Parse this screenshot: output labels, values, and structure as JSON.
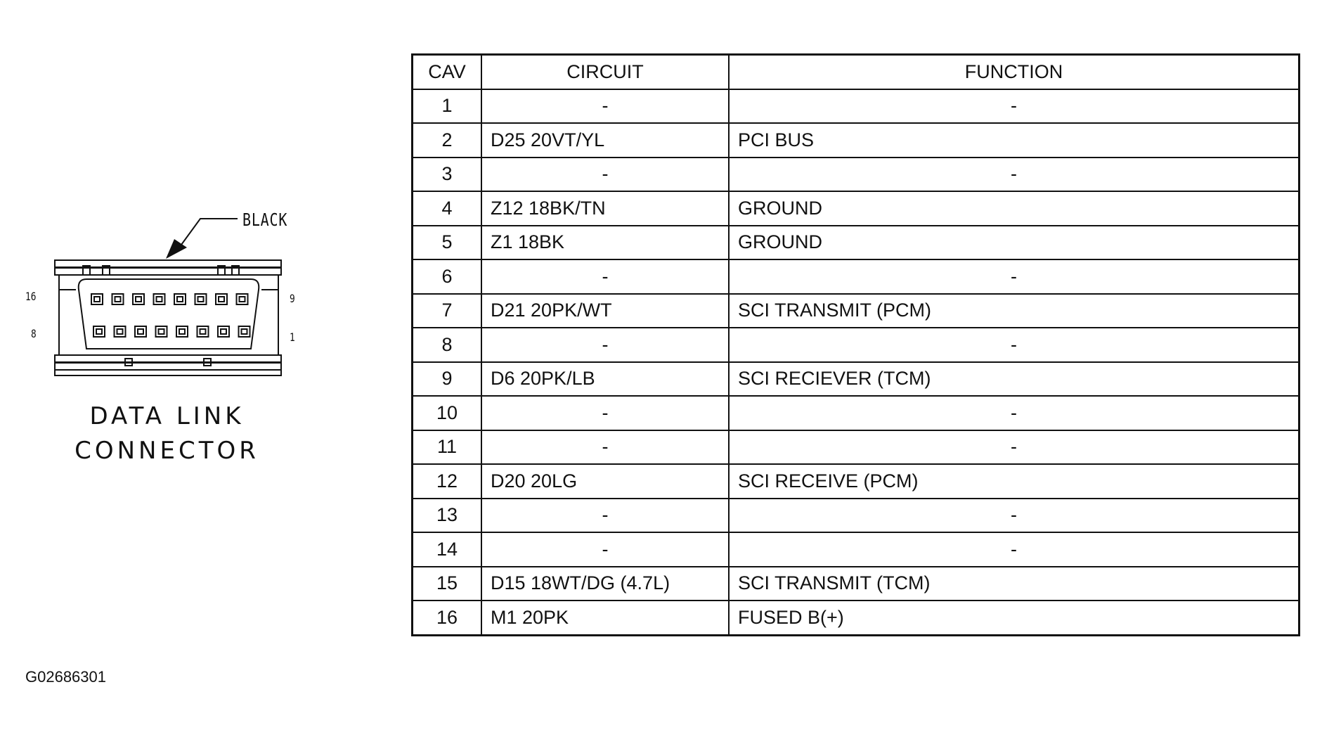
{
  "connector": {
    "color_label": "BLACK",
    "pin_labels": {
      "top_left": "16",
      "bottom_left": "8",
      "top_right": "9",
      "bottom_right": "1"
    },
    "title_line1": "DATA LINK",
    "title_line2": "CONNECTOR",
    "pins_per_row": 8
  },
  "figure_id": "G02686301",
  "table": {
    "headers": {
      "cav": "CAV",
      "circuit": "CIRCUIT",
      "function": "FUNCTION"
    },
    "rows": [
      {
        "cav": "1",
        "circuit": "-",
        "function": "-"
      },
      {
        "cav": "2",
        "circuit": "D25 20VT/YL",
        "function": "PCI BUS"
      },
      {
        "cav": "3",
        "circuit": "-",
        "function": "-"
      },
      {
        "cav": "4",
        "circuit": "Z12 18BK/TN",
        "function": "GROUND"
      },
      {
        "cav": "5",
        "circuit": "Z1 18BK",
        "function": "GROUND"
      },
      {
        "cav": "6",
        "circuit": "-",
        "function": "-"
      },
      {
        "cav": "7",
        "circuit": "D21 20PK/WT",
        "function": "SCI TRANSMIT (PCM)"
      },
      {
        "cav": "8",
        "circuit": "-",
        "function": "-"
      },
      {
        "cav": "9",
        "circuit": "D6 20PK/LB",
        "function": "SCI RECIEVER (TCM)"
      },
      {
        "cav": "10",
        "circuit": "-",
        "function": "-"
      },
      {
        "cav": "11",
        "circuit": "-",
        "function": "-"
      },
      {
        "cav": "12",
        "circuit": "D20 20LG",
        "function": "SCI RECEIVE (PCM)"
      },
      {
        "cav": "13",
        "circuit": "-",
        "function": "-"
      },
      {
        "cav": "14",
        "circuit": "-",
        "function": "-"
      },
      {
        "cav": "15",
        "circuit": "D15 18WT/DG (4.7L)",
        "function": "SCI TRANSMIT (TCM)"
      },
      {
        "cav": "16",
        "circuit": "M1 20PK",
        "function": "FUSED B(+)"
      }
    ]
  }
}
